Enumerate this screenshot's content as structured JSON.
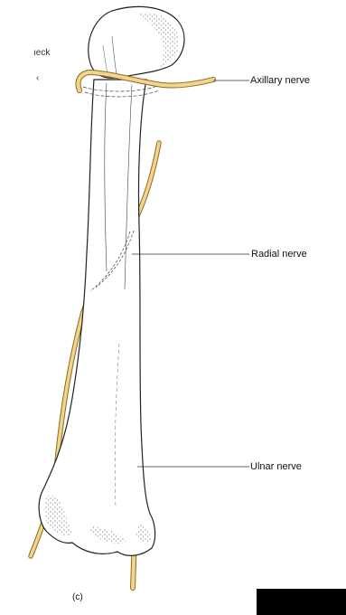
{
  "labels": {
    "neck_fragment": "ıeck",
    "k_fragment": "‹",
    "axillary": "Axillary nerve",
    "radial": "Radial nerve",
    "ulnar": "Ulnar nerve",
    "panel": "(c)"
  },
  "colors": {
    "nerve_fill": "#f3d58a",
    "nerve_outline": "#8a6a2a",
    "bone_outline": "#222222",
    "leader_line": "#333333",
    "background": "#ffffff"
  }
}
